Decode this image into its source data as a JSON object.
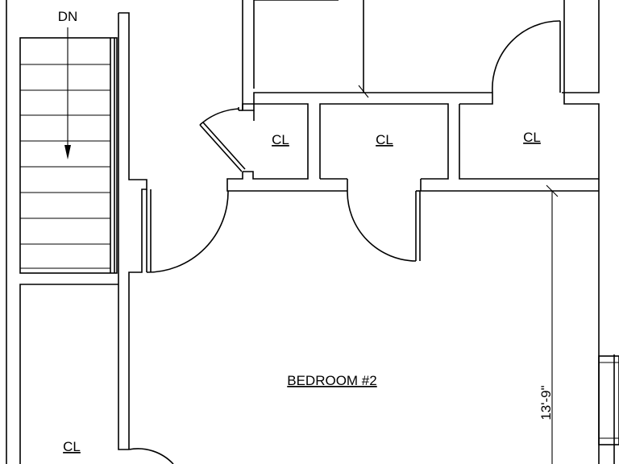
{
  "plan": {
    "stair_label": "DN",
    "closets": {
      "cl_1": "CL",
      "cl_2": "CL",
      "cl_3": "CL",
      "cl_4": "CL"
    },
    "room_label": "BEDROOM  #2",
    "dimension": "13'-9\""
  }
}
